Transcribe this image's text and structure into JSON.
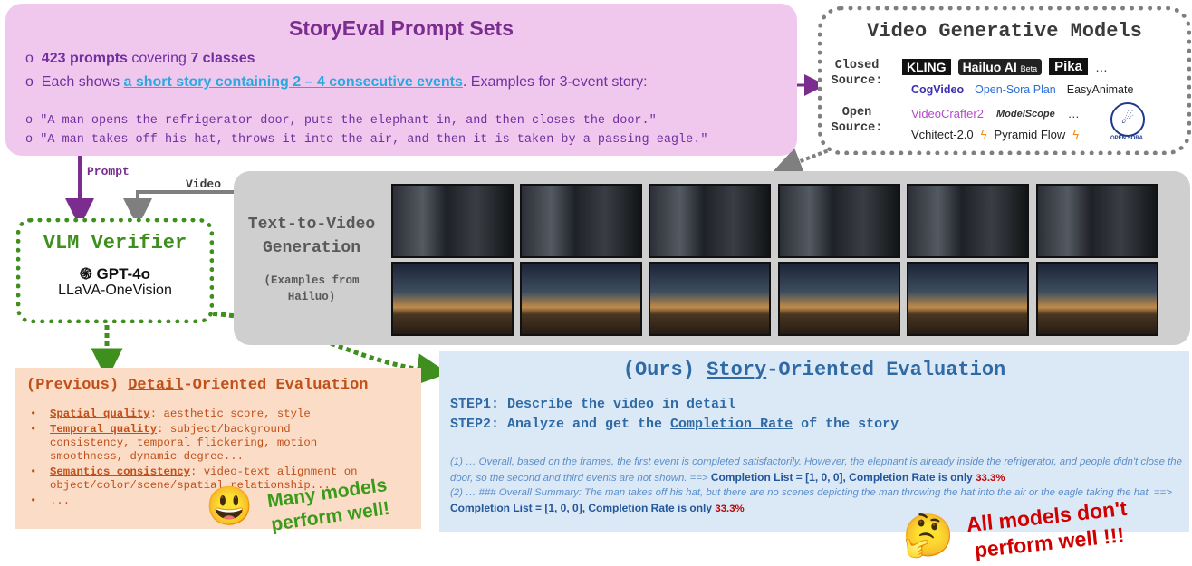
{
  "prompt_sets": {
    "title": "StoryEval Prompt Sets",
    "bullet1_bold1": "423 prompts",
    "bullet1_mid": " covering ",
    "bullet1_bold2": "7 classes",
    "bullet2_pre": "Each shows ",
    "bullet2_link": "a short story",
    "bullet2_link2": " containing ",
    "bullet2_link3": "2 – 4 consecutive events",
    "bullet2_post": ". Examples for 3-event story:",
    "example1": "\"A man opens the refrigerator door, puts the elephant in, and then closes the door.\"",
    "example2": "\"A man takes off his hat, throws it into the air, and then it is taken by a passing eagle.\"",
    "bullet_glyph": "o"
  },
  "video_models": {
    "title": "Video Generative Models",
    "closed_label": "Closed\nSource:",
    "open_label": "Open\nSource:",
    "closed_models": [
      "KLING",
      "Hailuo AI",
      "Beta",
      "Pika",
      "…"
    ],
    "closed_models_row2": [
      "CogVideo",
      "Open-Sora Plan",
      "EasyAnimate"
    ],
    "open_models": [
      "VideoCrafter2",
      "ModelScope",
      "…"
    ],
    "open_models_row2": [
      "Vchitect-2.0",
      "Pyramid Flow",
      "OPEN SORA"
    ]
  },
  "arrows": {
    "prompt_label": "Prompt",
    "video_label": "Video"
  },
  "t2v": {
    "title": "Text-to-Video\nGeneration",
    "subtitle": "(Examples from\nHailuo)"
  },
  "vlm": {
    "title": "VLM Verifier",
    "model1": "GPT-4o",
    "model2": "LLaVA-OneVision"
  },
  "previous": {
    "title_pre": "(Previous) ",
    "title_u": "Detail",
    "title_post": "-Oriented Evaluation",
    "items": [
      {
        "label": "Spatial quality",
        "text": ": aesthetic score, style"
      },
      {
        "label": "Temporal quality",
        "text": ": subject/background consistency, temporal flickering, motion smoothness, dynamic degree..."
      },
      {
        "label": "Semantics consistency",
        "text": ": video-text alignment on object/color/scene/spatial relationship..."
      },
      {
        "label": "",
        "text": "..."
      }
    ],
    "emoji": "😃",
    "caption": "Many models\nperform well!"
  },
  "ours": {
    "title_pre": "(Ours) ",
    "title_u": "Story",
    "title_post": "-Oriented Evaluation",
    "step1": "STEP1: Describe the video in detail",
    "step2_pre": "STEP2: Analyze and get the ",
    "step2_u": "Completion Rate",
    "step2_post": " of the story",
    "ex1_text": "(1) … Overall, based on the frames, the first event is completed satisfactorily. However, the elephant is already inside the refrigerator, and people didn't close the door, so the second and third events are not shown.  ==> ",
    "ex1_bold": "Completion List = [1, 0, 0], Completion Rate is only ",
    "ex1_red": "33.3%",
    "ex2_text": "(2) … ### Overall Summary:  The man takes off his hat, but there are no scenes depicting the man throwing the hat into the air or the eagle taking the hat.  ==> ",
    "ex2_bold": "Completion List = [1, 0, 0], Completion Rate is only ",
    "ex2_red": "33.3%",
    "emoji": "🤔",
    "caption": "All models don't\nperform well !!!"
  },
  "colors": {
    "purple": "#7030a0",
    "arrow_purple": "#7a2d8f",
    "gray_arrow": "#7f7f7f",
    "green": "#3f8f1e",
    "orange": "#c0501a",
    "blue": "#2f6aa5",
    "red": "#c00000"
  }
}
